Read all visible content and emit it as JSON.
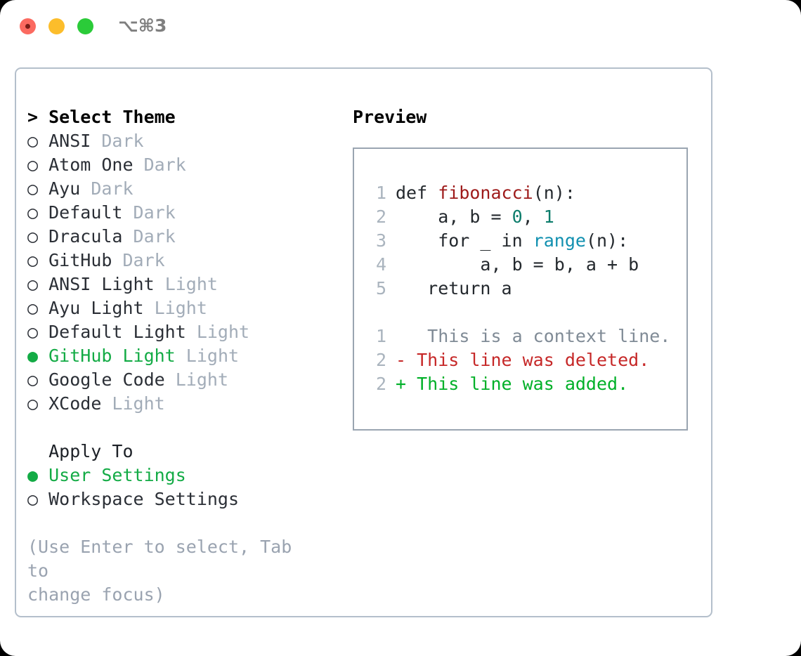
{
  "window": {
    "shortcut": "⌥⌘3",
    "traffic_lights": [
      {
        "name": "close-button",
        "color": "#fb6a60"
      },
      {
        "name": "minimize-button",
        "color": "#fcbd2b"
      },
      {
        "name": "maximize-button",
        "color": "#2bcb39"
      }
    ]
  },
  "theme_picker": {
    "header": "> Select Theme",
    "selected_marker": "●",
    "unselected_marker": "○",
    "items": [
      {
        "marker": "○",
        "name": "ANSI",
        "badge": "Dark",
        "selected": false
      },
      {
        "marker": "○",
        "name": "Atom One",
        "badge": "Dark",
        "selected": false
      },
      {
        "marker": "○",
        "name": "Ayu",
        "badge": "Dark",
        "selected": false
      },
      {
        "marker": "○",
        "name": "Default",
        "badge": "Dark",
        "selected": false
      },
      {
        "marker": "○",
        "name": "Dracula",
        "badge": "Dark",
        "selected": false
      },
      {
        "marker": "○",
        "name": "GitHub",
        "badge": "Dark",
        "selected": false
      },
      {
        "marker": "○",
        "name": "ANSI Light",
        "badge": "Light",
        "selected": false
      },
      {
        "marker": "○",
        "name": "Ayu Light",
        "badge": "Light",
        "selected": false
      },
      {
        "marker": "○",
        "name": "Default Light",
        "badge": "Light",
        "selected": false
      },
      {
        "marker": "●",
        "name": "GitHub Light",
        "badge": "Light",
        "selected": true
      },
      {
        "marker": "○",
        "name": "Google Code",
        "badge": "Light",
        "selected": false
      },
      {
        "marker": "○",
        "name": "XCode",
        "badge": "Light",
        "selected": false
      }
    ]
  },
  "apply_to": {
    "header": "  Apply To",
    "options": [
      {
        "marker": "●",
        "name": "User Settings",
        "selected": true
      },
      {
        "marker": "○",
        "name": "Workspace Settings",
        "selected": false
      }
    ]
  },
  "hint": "(Use Enter to select, Tab to\nchange focus)",
  "preview": {
    "title": "Preview",
    "code_lines": [
      {
        "ln": "1",
        "segments": [
          {
            "text": "def ",
            "tok": "plain"
          },
          {
            "text": "fibonacci",
            "tok": "fn"
          },
          {
            "text": "(n):",
            "tok": "plain"
          }
        ]
      },
      {
        "ln": "2",
        "segments": [
          {
            "text": "    a, b = ",
            "tok": "plain"
          },
          {
            "text": "0",
            "tok": "num"
          },
          {
            "text": ", ",
            "tok": "plain"
          },
          {
            "text": "1",
            "tok": "num"
          }
        ]
      },
      {
        "ln": "3",
        "segments": [
          {
            "text": "    for _ in ",
            "tok": "plain"
          },
          {
            "text": "range",
            "tok": "call"
          },
          {
            "text": "(n):",
            "tok": "plain"
          }
        ]
      },
      {
        "ln": "4",
        "segments": [
          {
            "text": "        a, b = b, a + b",
            "tok": "plain"
          }
        ]
      },
      {
        "ln": "5",
        "segments": [
          {
            "text": "   return a",
            "tok": "plain"
          }
        ]
      }
    ],
    "diff_lines": [
      {
        "ln": "1",
        "sign": " ",
        "text": "  This is a context line.",
        "kind": "ctx"
      },
      {
        "ln": "2",
        "sign": "-",
        "text": " This line was deleted.",
        "kind": "del"
      },
      {
        "ln": "2",
        "sign": "+",
        "text": " This line was added.",
        "kind": "add"
      }
    ]
  },
  "colors": {
    "accent_green": "#13ab45",
    "diff_add": "#00b028",
    "diff_del": "#c62828",
    "muted": "#a2acb8",
    "token_function": "#9e1a1a",
    "token_number": "#0d7d6c",
    "token_call": "#1190b0",
    "panel_border": "#b4bfcb",
    "preview_border": "#9aa5b1"
  }
}
